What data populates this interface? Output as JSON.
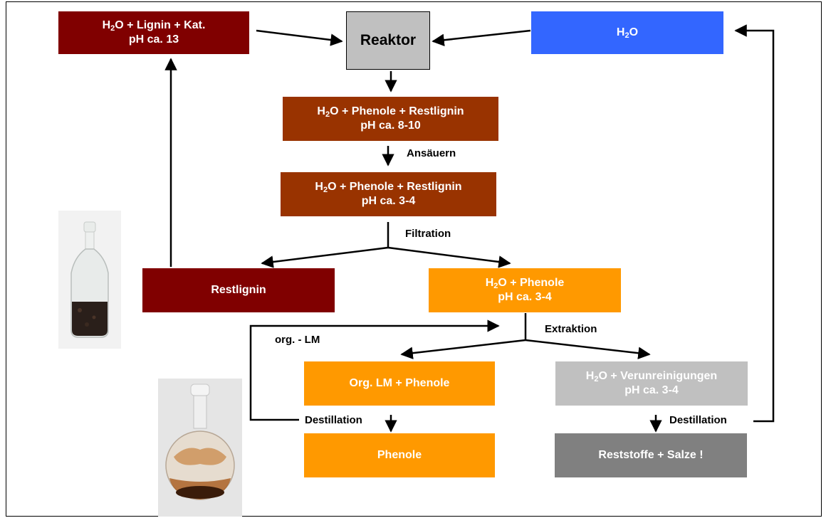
{
  "boxes": {
    "feed": {
      "line1_pre": "H",
      "line1_sub": "2",
      "line1_post": "O + Lignin + Kat.",
      "line2": "pH ca. 13",
      "color": "#800000"
    },
    "reactor": {
      "label": "Reaktor",
      "color": "#c0c0c0"
    },
    "water": {
      "pre": "H",
      "sub": "2",
      "post": "O",
      "color": "#3366ff"
    },
    "reactor_out": {
      "line1_pre": "H",
      "line1_sub": "2",
      "line1_post": "O + Phenole + Restlignin",
      "line2": "pH ca. 8-10",
      "color": "#993300"
    },
    "acidified": {
      "line1_pre": "H",
      "line1_sub": "2",
      "line1_post": "O + Phenole + Restlignin",
      "line2": "pH ca. 3-4",
      "color": "#993300"
    },
    "restlignin": {
      "label": "Restlignin",
      "color": "#800000"
    },
    "water_phenols": {
      "line1_pre": "H",
      "line1_sub": "2",
      "line1_post": "O + Phenole",
      "line2": "pH ca. 3-4",
      "color": "#ff9900"
    },
    "organic": {
      "label": "Org. LM + Phenole",
      "color": "#ff9900"
    },
    "aqueous": {
      "line1_pre": "H",
      "line1_sub": "2",
      "line1_post": "O + Verunreinigungen",
      "line2": "pH ca. 3-4",
      "color": "#c0c0c0"
    },
    "phenole": {
      "label": "Phenole",
      "color": "#ff9900"
    },
    "residues": {
      "label": "Reststoffe + Salze !",
      "color": "#808080"
    }
  },
  "labels": {
    "acidify": "Ansäuern",
    "filtration": "Filtration",
    "extraction": "Extraktion",
    "solvent_recycle": "org. - LM",
    "distillation_left": "Destillation",
    "distillation_right": "Destillation"
  },
  "photos": {
    "bottle": "bottle-photo",
    "flask": "flask-photo"
  }
}
